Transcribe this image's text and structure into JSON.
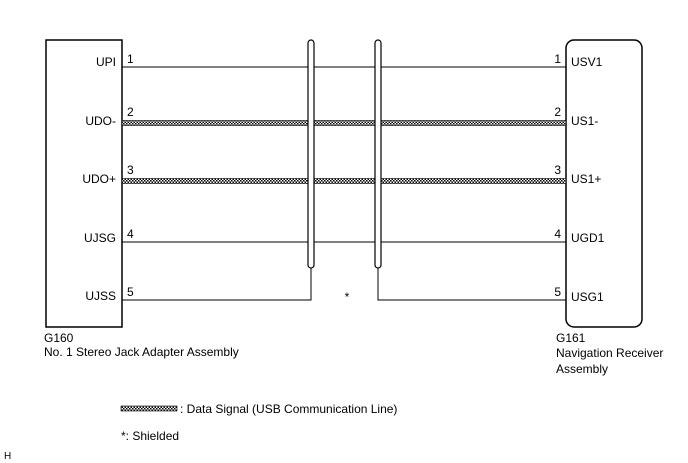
{
  "left_connector": {
    "code": "G160",
    "name_lines": [
      "No. 1 Stereo Jack Adapter Assembly"
    ],
    "pins": [
      {
        "num": "1",
        "label": "UPI"
      },
      {
        "num": "2",
        "label": "UDO-"
      },
      {
        "num": "3",
        "label": "UDO+"
      },
      {
        "num": "4",
        "label": "UJSG"
      },
      {
        "num": "5",
        "label": "UJSS"
      }
    ]
  },
  "right_connector": {
    "code": "G161",
    "name_lines": [
      "Navigation Receiver",
      "Assembly"
    ],
    "pins": [
      {
        "num": "1",
        "label": "USV1"
      },
      {
        "num": "2",
        "label": "US1-"
      },
      {
        "num": "3",
        "label": "US1+"
      },
      {
        "num": "4",
        "label": "UGD1"
      },
      {
        "num": "5",
        "label": "USG1"
      }
    ]
  },
  "wires": [
    {
      "type": "plain"
    },
    {
      "type": "data"
    },
    {
      "type": "data"
    },
    {
      "type": "plain"
    },
    {
      "type": "shield-drain"
    }
  ],
  "shield_mark": "*",
  "legend": {
    "data_signal": ": Data Signal (USB Communication Line)",
    "shielded": "*: Shielded"
  },
  "corner_mark": "H"
}
